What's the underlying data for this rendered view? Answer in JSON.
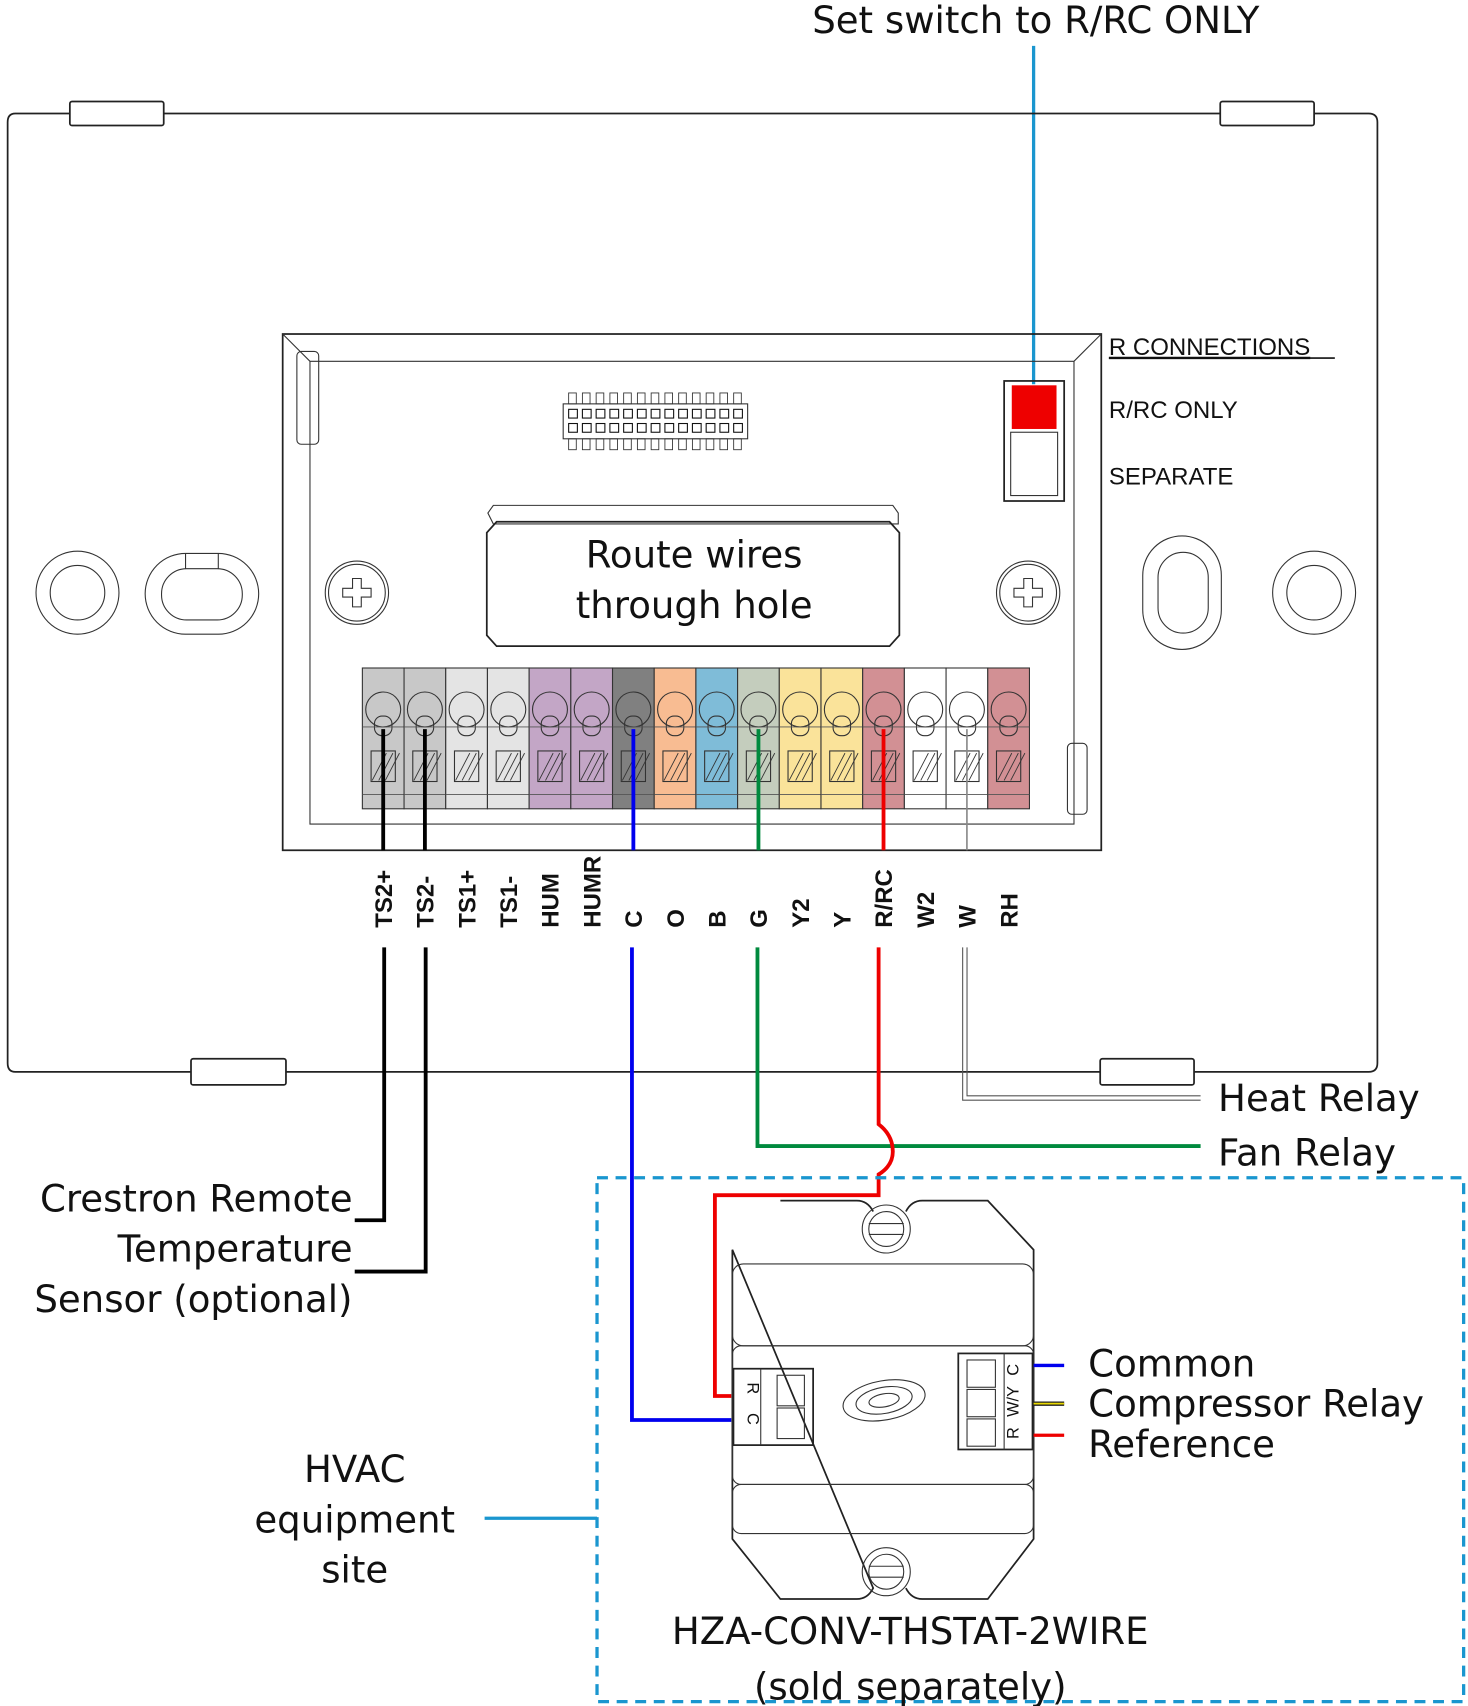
{
  "title": "Thermostat wiring diagram with HZA-CONV-THSTAT-2WIRE converter",
  "callouts": {
    "switch_instruction": "Set switch to R/RC ONLY",
    "route_wires": [
      "Route wires",
      "through hole"
    ],
    "remote_sensor": [
      "Crestron Remote",
      "Temperature",
      "Sensor (optional)"
    ],
    "hvac_site": [
      "HVAC",
      "equipment",
      "site"
    ],
    "heat_relay": "Heat Relay",
    "fan_relay": "Fan Relay",
    "common": "Common",
    "compressor_relay": "Compressor Relay",
    "reference": "Reference",
    "converter_model": "HZA-CONV-THSTAT-2WIRE",
    "converter_note": "(sold separately)"
  },
  "r_connections_switch": {
    "heading": "R CONNECTIONS",
    "options": [
      "R/RC ONLY",
      "SEPARATE"
    ],
    "selected": "R/RC ONLY",
    "indicator_color": "#ee0000"
  },
  "terminals": [
    {
      "label": "TS2+",
      "color": "#c8c8c8",
      "wire": "#000000"
    },
    {
      "label": "TS2-",
      "color": "#c8c8c8",
      "wire": "#000000"
    },
    {
      "label": "TS1+",
      "color": "#e4e4e4",
      "wire": null
    },
    {
      "label": "TS1-",
      "color": "#e4e4e4",
      "wire": null
    },
    {
      "label": "HUM",
      "color": "#c3a6c6",
      "wire": null
    },
    {
      "label": "HUMR",
      "color": "#c3a6c6",
      "wire": null
    },
    {
      "label": "C",
      "color": "#808080",
      "wire": "#0000ee"
    },
    {
      "label": "O",
      "color": "#f8bc92",
      "wire": null
    },
    {
      "label": "B",
      "color": "#7fbcd8",
      "wire": null
    },
    {
      "label": "G",
      "color": "#c4cdbd",
      "wire": "#008a3e"
    },
    {
      "label": "Y2",
      "color": "#fae39a",
      "wire": null
    },
    {
      "label": "Y",
      "color": "#fae39a",
      "wire": null
    },
    {
      "label": "R/RC",
      "color": "#d29094",
      "wire": "#ee0000"
    },
    {
      "label": "W2",
      "color": "#ffffff",
      "wire": null
    },
    {
      "label": "W",
      "color": "#ffffff",
      "wire": "#888888"
    },
    {
      "label": "RH",
      "color": "#d29094",
      "wire": null
    }
  ],
  "converter_terminals": {
    "left": [
      "R",
      "C"
    ],
    "right": [
      "C",
      "W/Y",
      "R"
    ]
  },
  "colors": {
    "callout_blue": "#1a96cf",
    "wire_red": "#ee0000",
    "wire_blue": "#0000ee",
    "wire_green": "#008a3e",
    "wire_yellow": "#e8d800",
    "wire_black": "#000000"
  }
}
